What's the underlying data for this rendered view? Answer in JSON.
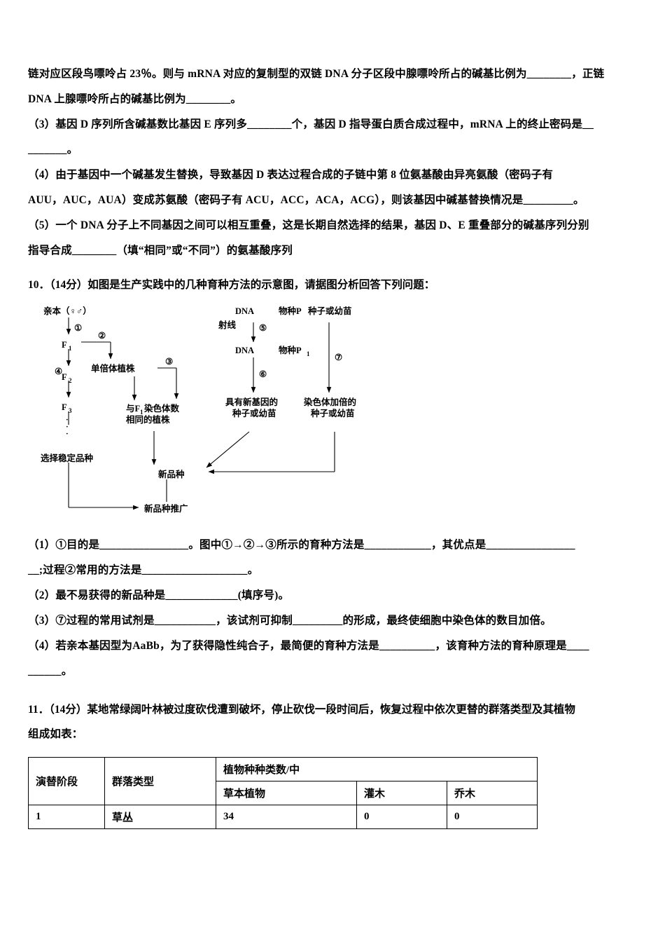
{
  "doc": {
    "paragraphs": [
      "链对应区段鸟嘌呤占 23％。则与 mRNA 对应的复制型的双链 DNA 分子区段中腺嘌呤所占的碱基比例为________，正链",
      "DNA 上腺嘌呤所占的碱基比例为________。",
      "（3）基因 D 序列所含碱基数比基因 E 序列多________个，基因 D 指导蛋白质合成过程中，mRNA 上的终止密码是__",
      "_______。",
      "（4）由于基因中一个碱基发生替换，导致基因 D 表达过程合成的子链中第 8 位氨基酸由异亮氨酸（密码子有",
      "AUU，AUC，AUA）变成苏氨酸（密码子有 ACU，ACC，ACA，ACG），则该基因中碱基替换情况是_________。",
      "（5）一个 DNA 分子上不同基因之间可以相互重叠，这是长期自然选择的结果，基因 D、E 重叠部分的碱基序列分别",
      "指导合成________（填“相同”或“不同”）的氨基酸序列"
    ],
    "q10_heading": "10．（14分）如图是生产实践中的几种育种方法的示意图，请据图分析回答下列问题：",
    "q10_items": [
      "（1）①目的是________________。图中①→②→③所示的育种方法是____________，其优点是________________",
      "__;过程②常用的方法是___________________。",
      "（2）最不易获得的新品种是_____________(填序号)。",
      "（3）⑦过程的常用试剂是___________，该试剂可抑制_________的形成，最终使细胞中染色体的数目加倍。",
      "（4）若亲本基因型为AaBb，为了获得隐性纯合子，最简便的育种方法是__________，该育种方法的育种原理是____",
      "______。"
    ],
    "q11_heading": [
      "11．（14分）某地常绿阔叶林被过度砍伐遭到破坏，停止砍伐一段时间后，恢复过程中依次更替的群落类型及其植物",
      "组成如表："
    ]
  },
  "diagram": {
    "labels": {
      "parent": "亲本（♀♂）",
      "step1": "①",
      "step2": "②",
      "step3": "③",
      "step4": "④",
      "step5": "⑤",
      "step6": "⑥",
      "step7": "⑦",
      "f1": "F",
      "f1sub": "1",
      "f2": "F",
      "f2sub": "2",
      "f3": "F",
      "f3sub": "3",
      "dots": "···",
      "select_stable": "选择稳定品种",
      "haploid": "单倍体植株",
      "same_as_f1_line1": "与F",
      "same_as_f1_sub": "1",
      "same_as_f1_line1b": "染色体数",
      "same_as_f1_line2": "相同的植株",
      "dna1": "DNA",
      "speciesP": "物种P",
      "ray_line1": "射线",
      "dna2": "DNA",
      "speciesP1": "物种P",
      "speciesP1sub": "1",
      "seed_or_seedling": "种子或幼苗",
      "new_gene_line1": "具有新基因的",
      "new_gene_line2": "种子或幼苗",
      "polyploid_line1": "染色体加倍的",
      "polyploid_line2": "种子或幼苗",
      "new_variety": "新品种",
      "promote": "新品种推广"
    }
  },
  "table": {
    "headers": {
      "stage": "演替阶段",
      "community": "群落类型",
      "plant_species": "植物种种类数/中",
      "herb": "草本植物",
      "shrub": "灌木",
      "tree": "乔木"
    },
    "rows": [
      {
        "stage": "1",
        "community": "草丛",
        "herb": "34",
        "shrub": "0",
        "tree": "0"
      }
    ]
  }
}
